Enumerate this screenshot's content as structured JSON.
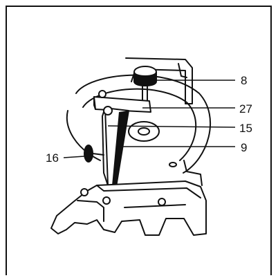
{
  "diagram": {
    "callouts": [
      {
        "id": "c8",
        "label": "8"
      },
      {
        "id": "c27",
        "label": "27"
      },
      {
        "id": "c15",
        "label": "15"
      },
      {
        "id": "c9",
        "label": "9"
      },
      {
        "id": "c16",
        "label": "16"
      }
    ]
  }
}
